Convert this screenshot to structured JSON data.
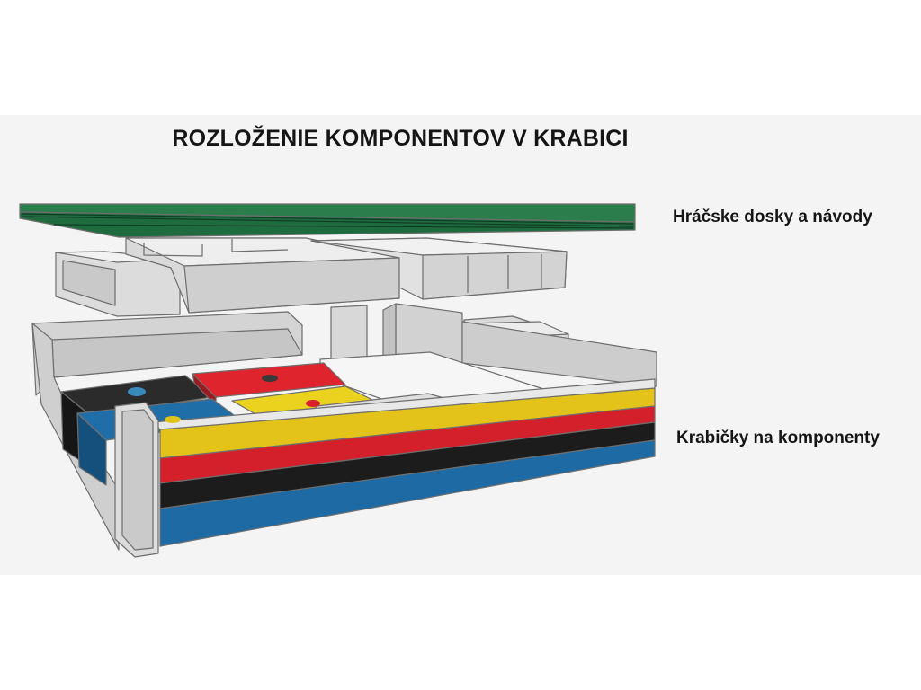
{
  "title": "ROZLOŽENIE KOMPONENTOV V KRABICI",
  "labels": {
    "boards": "Hráčske dosky a návody",
    "boxes": "Krabičky na komponenty"
  },
  "colors": {
    "background": "#f4f4f4",
    "player_boards_green": "#1f6b40",
    "tray_gray": "#d6d6d6",
    "player_yellow": "#e6c51b",
    "player_red": "#d8202a",
    "player_black": "#1f1f1f",
    "player_blue": "#1d6aa5"
  }
}
